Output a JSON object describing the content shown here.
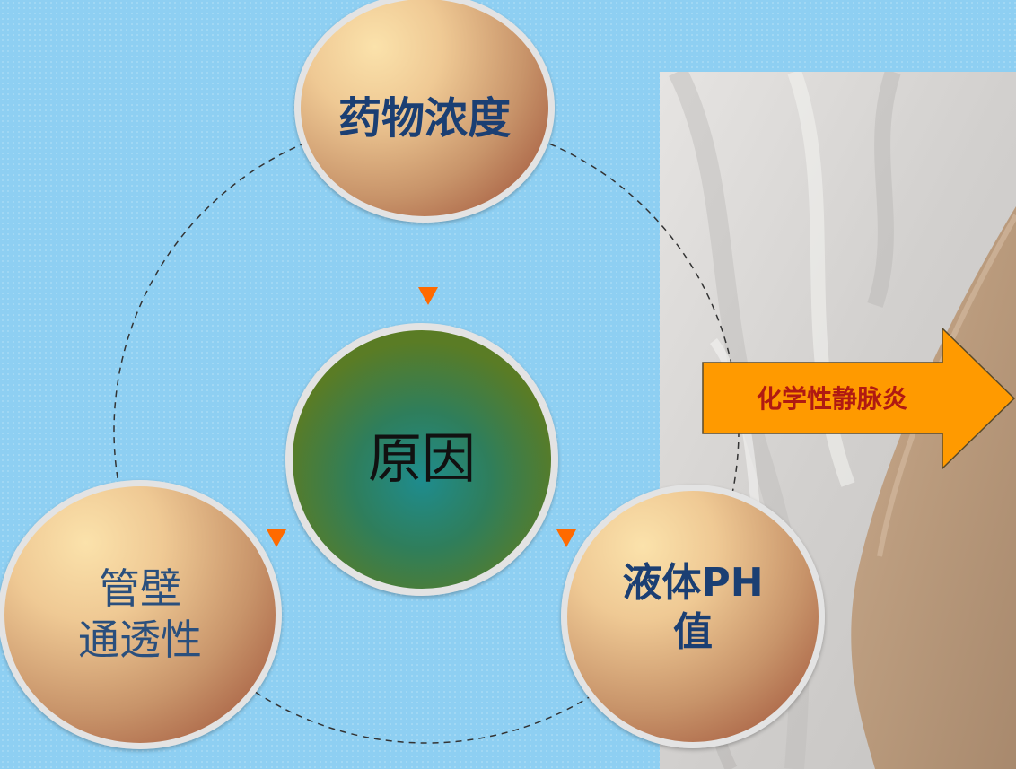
{
  "diagram": {
    "top_node": "药物浓度",
    "center_node": "原因",
    "left_node_line1": "管壁",
    "left_node_line2": "通透性",
    "right_node_line1": "液体PH",
    "right_node_line2": "值",
    "result_arrow_label": "化学性静脉炎"
  },
  "colors": {
    "background": "#8ecff2",
    "node_text": "#1b3f73",
    "pointer": "#ff6a00",
    "arrow_fill": "#ff9a00",
    "arrow_text": "#b01a12"
  }
}
